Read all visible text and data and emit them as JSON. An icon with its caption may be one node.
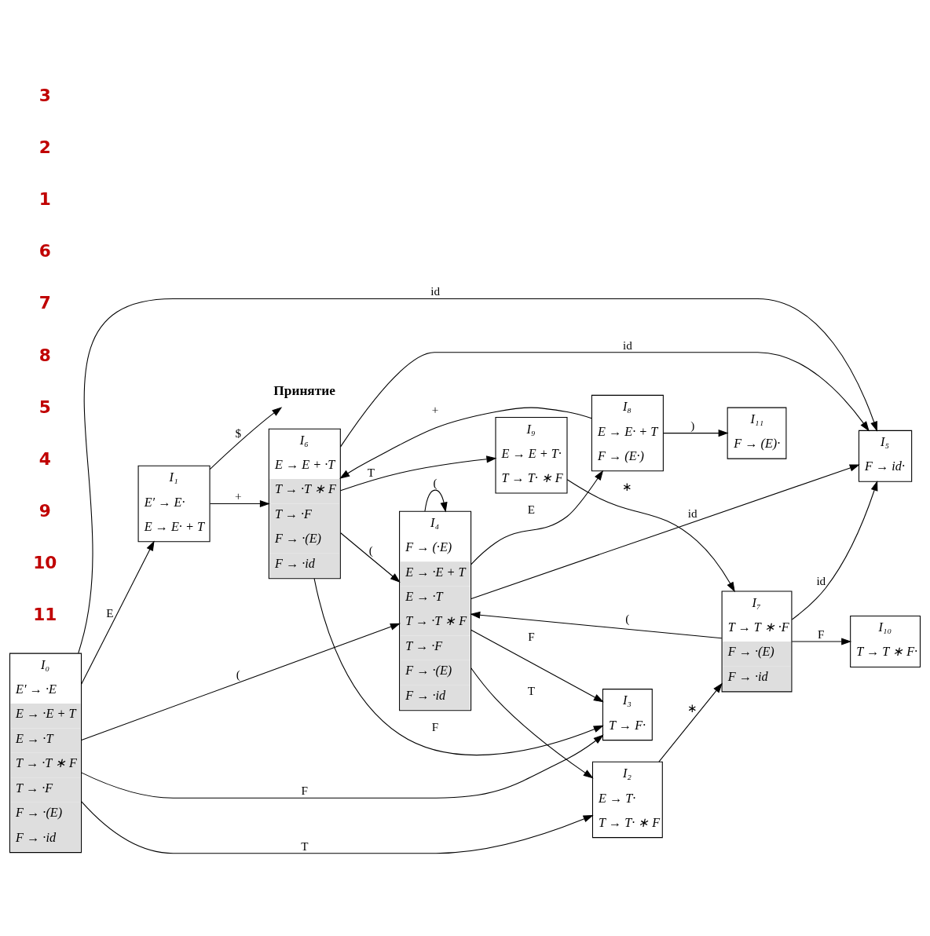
{
  "diagram": {
    "nodes": [
      {
        "text": [
          "I₀",
          "E′ → ·E",
          "E → ·E + T",
          "E → ·T",
          "T → ·T ∗ F",
          "T → ·F",
          "F → ·(E)",
          "F → ·id"
        ]
      },
      {
        "text": [
          "I₁",
          "E′ → E·",
          "E → E· + T"
        ]
      },
      {
        "text": [
          "I₂",
          "E → T·",
          "T → T· ∗ F"
        ]
      },
      {
        "text": [
          "I₃",
          "T → F·"
        ]
      },
      {
        "text": [
          "I₄",
          "F → (·E)",
          "E → ·E + T",
          "E → ·T",
          "T → ·T ∗ F",
          "T → ·F",
          "F → ·(E)",
          "F → ·id"
        ]
      },
      {
        "text": [
          "I₅",
          "F → id·"
        ]
      },
      {
        "text": [
          "I₆",
          "E → E + ·T",
          "T → ·T ∗ F",
          "T → ·F",
          "F → ·(E)",
          "F → ·id"
        ]
      },
      {
        "text": [
          "I₇",
          "T → T ∗ ·F",
          "F → ·(E)",
          "F → ·id"
        ]
      },
      {
        "text": [
          "I₈",
          "E → E· + T",
          "F → (E·)"
        ]
      },
      {
        "text": [
          "I₉",
          "E → E + T·",
          "T → T· ∗ F"
        ]
      },
      {
        "text": [
          "I₁₀",
          "T → T ∗ F·"
        ]
      },
      {
        "text": [
          "I₁₁",
          "F → (E)·"
        ]
      },
      {
        "text": [
          "Принятие"
        ]
      }
    ],
    "edges": [
      {
        "from": 0,
        "to": 1,
        "arrow": "to",
        "label": "E"
      },
      {
        "from": 1,
        "to": 12,
        "arrow": "to",
        "label": "$"
      },
      {
        "from": 1,
        "to": 6,
        "arrow": "to",
        "label": "+"
      },
      {
        "from": 6,
        "to": 9,
        "arrow": "to",
        "label": "T"
      },
      {
        "from": 9,
        "to": 7,
        "arrow": "to",
        "label": "∗"
      },
      {
        "from": 6,
        "to": 3,
        "arrow": "to",
        "label": "F"
      },
      {
        "from": 6,
        "to": 4,
        "arrow": "to",
        "label": "("
      },
      {
        "from": 6,
        "to": 5,
        "arrow": "to",
        "label": "id"
      },
      {
        "from": 0,
        "to": 2,
        "arrow": "to",
        "label": "T"
      },
      {
        "from": 2,
        "to": 7,
        "arrow": "to",
        "label": "∗"
      },
      {
        "from": 7,
        "to": 10,
        "arrow": "to",
        "label": "F"
      },
      {
        "from": 7,
        "to": 4,
        "arrow": "to",
        "label": "("
      },
      {
        "from": 7,
        "to": 5,
        "arrow": "to",
        "label": "id"
      },
      {
        "from": 0,
        "to": 5,
        "arrow": "to",
        "label": "id"
      },
      {
        "from": 0,
        "to": 4,
        "arrow": "to",
        "label": "("
      },
      {
        "from": 0,
        "to": 3,
        "arrow": "to",
        "label": "F"
      },
      {
        "from": 4,
        "to": 5,
        "arrow": "to",
        "label": "id"
      },
      {
        "from": 4,
        "to": 8,
        "arrow": "to",
        "label": "E"
      },
      {
        "from": 8,
        "to": 6,
        "arrow": "to",
        "label": "+"
      },
      {
        "from": 8,
        "to": 11,
        "arrow": "to",
        "label": ")"
      },
      {
        "from": 4,
        "to": 4,
        "arrow": "to",
        "label": "("
      },
      {
        "from": 4,
        "to": 2,
        "arrow": "to",
        "label": "T"
      },
      {
        "from": 4,
        "to": 3,
        "arrow": "to",
        "label": "F"
      }
    ],
    "labels": [
      "11",
      "10",
      "9",
      "4",
      "5",
      "8",
      "7",
      "6",
      "1",
      "2",
      "3"
    ]
  }
}
